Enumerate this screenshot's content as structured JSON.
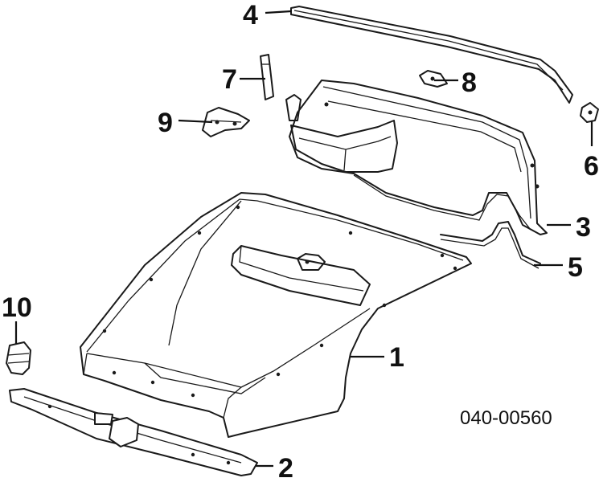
{
  "callouts": [
    {
      "number": "1"
    },
    {
      "number": "2"
    },
    {
      "number": "3"
    },
    {
      "number": "4"
    },
    {
      "number": "5"
    },
    {
      "number": "6"
    },
    {
      "number": "7"
    },
    {
      "number": "8"
    },
    {
      "number": "9"
    },
    {
      "number": "10"
    }
  ],
  "diagram_code": "040-00560"
}
